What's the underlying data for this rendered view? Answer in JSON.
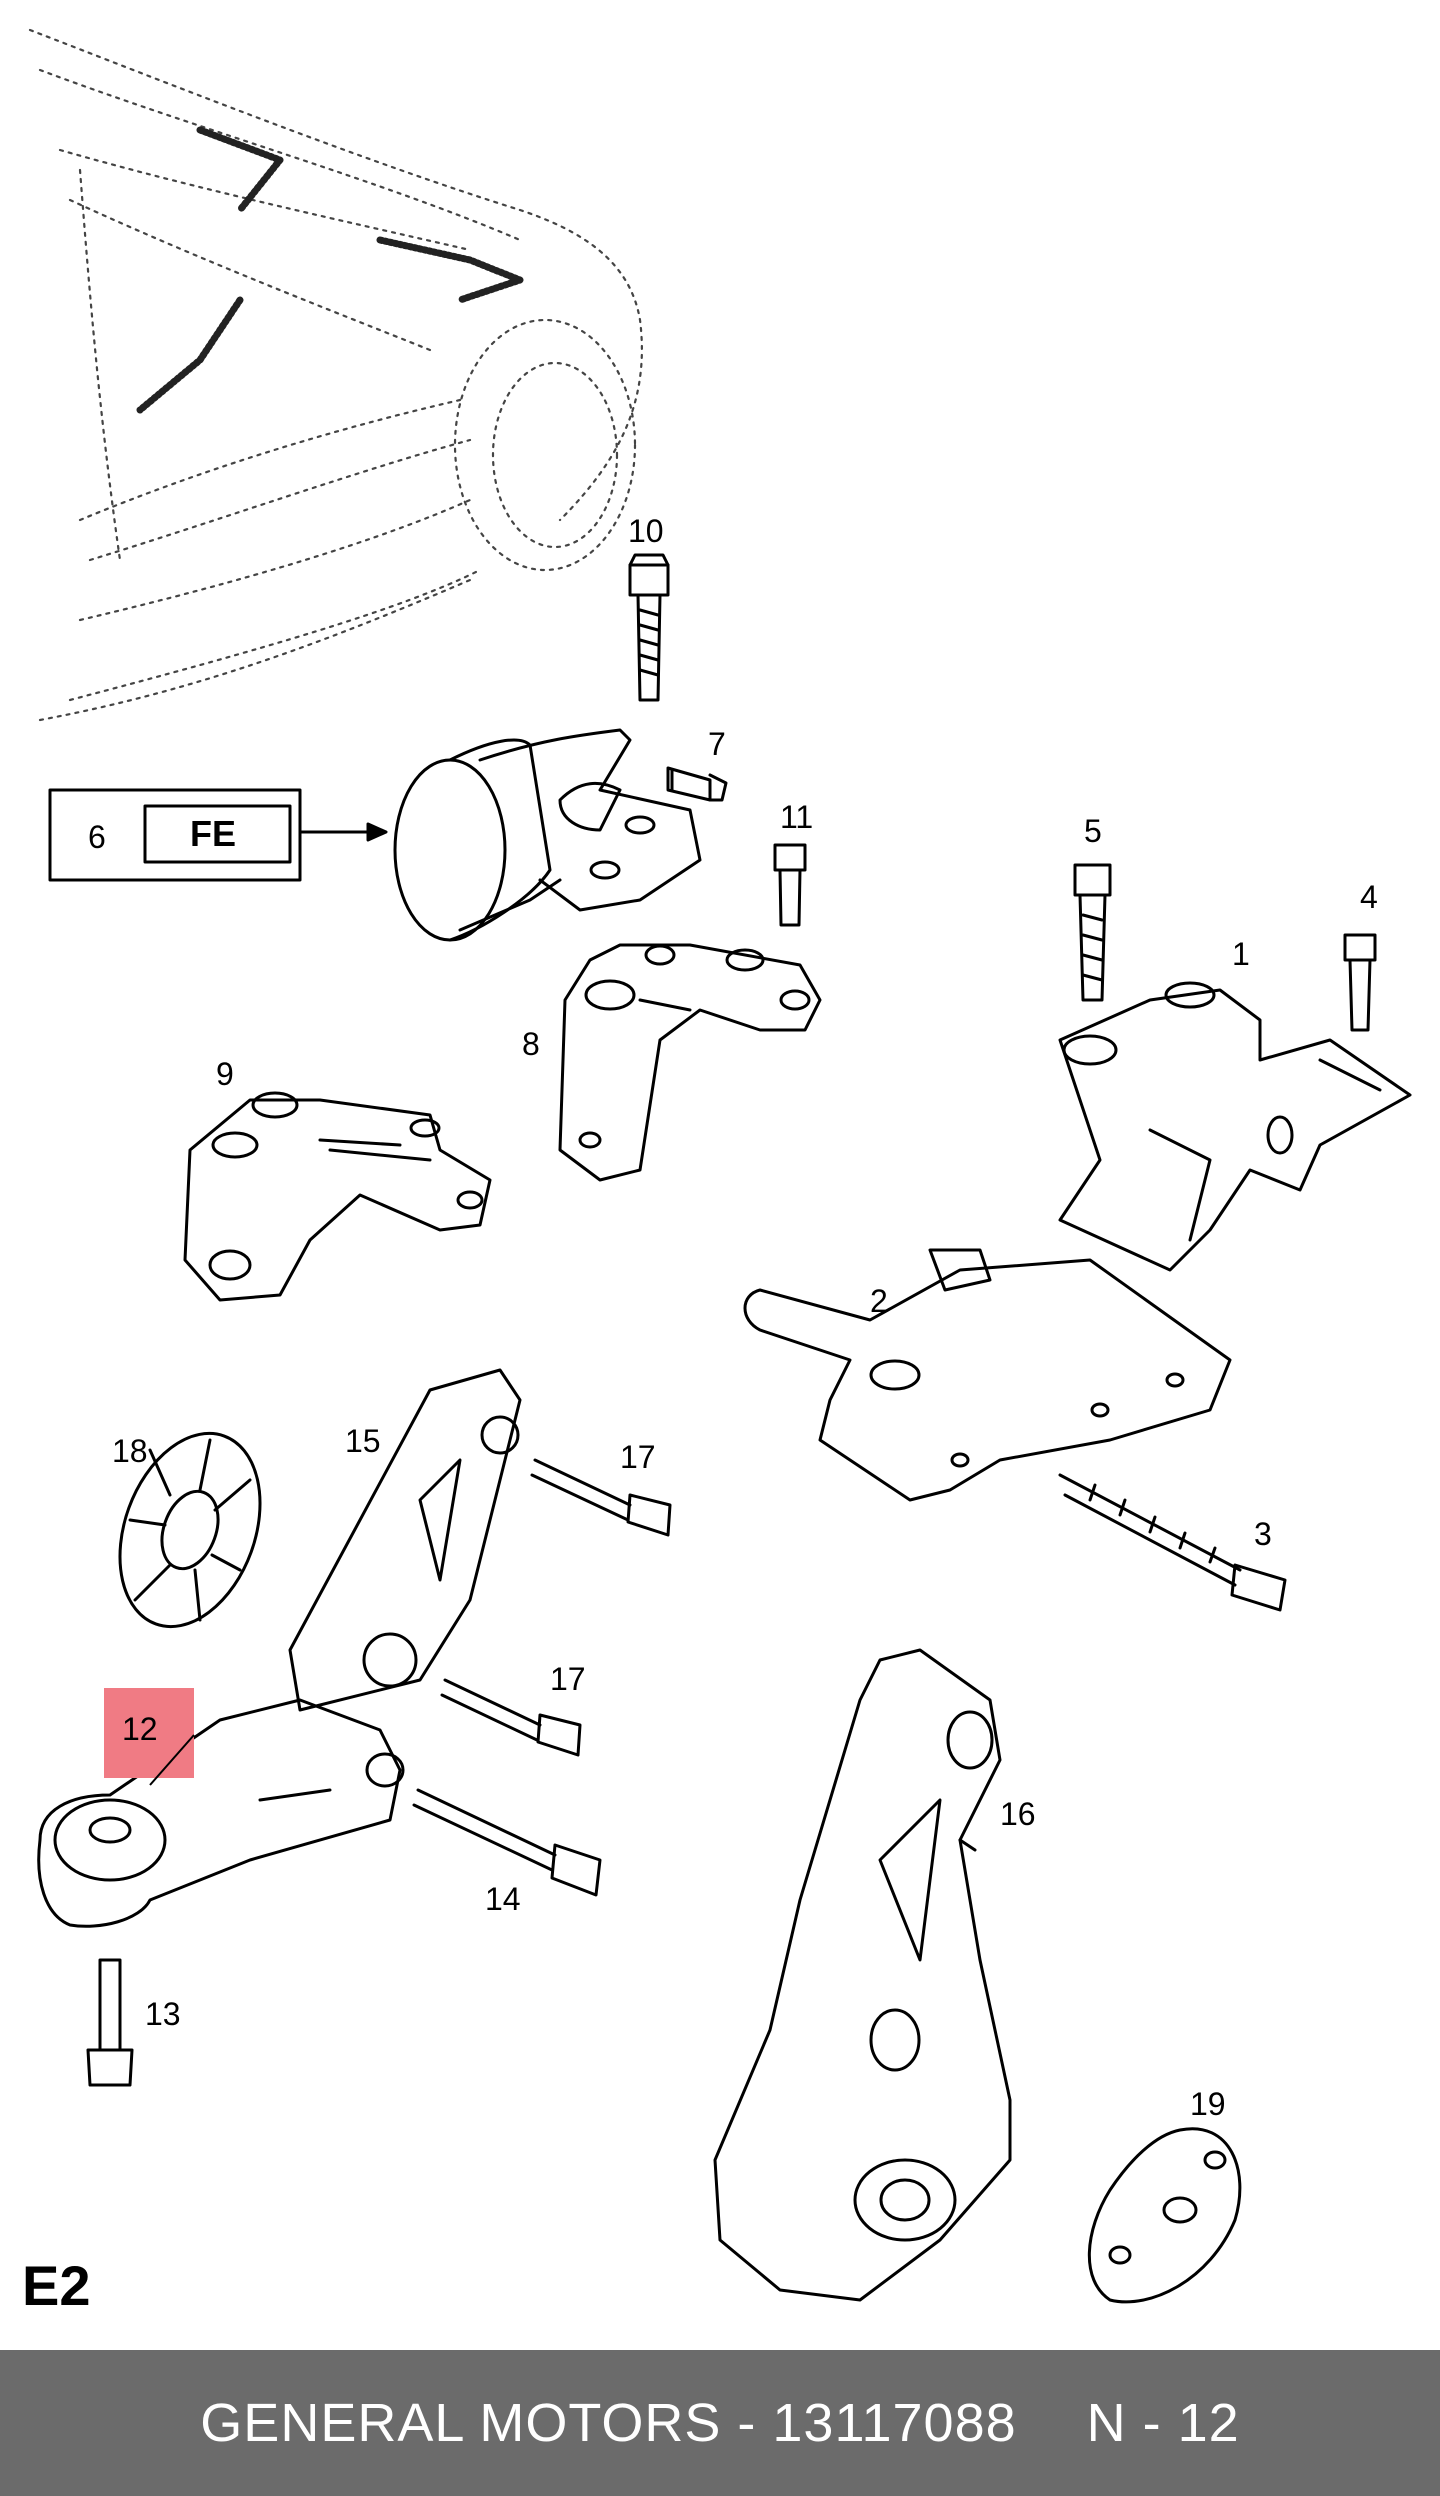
{
  "parts": [
    {
      "id": "1",
      "text": "1"
    },
    {
      "id": "2",
      "text": "2"
    },
    {
      "id": "3",
      "text": "3"
    },
    {
      "id": "4",
      "text": "4"
    },
    {
      "id": "5",
      "text": "5"
    },
    {
      "id": "6",
      "text": "6"
    },
    {
      "id": "7",
      "text": "7"
    },
    {
      "id": "8",
      "text": "8"
    },
    {
      "id": "9",
      "text": "9"
    },
    {
      "id": "10",
      "text": "10"
    },
    {
      "id": "11",
      "text": "11"
    },
    {
      "id": "12",
      "text": "12"
    },
    {
      "id": "13",
      "text": "13"
    },
    {
      "id": "14",
      "text": "14"
    },
    {
      "id": "15",
      "text": "15"
    },
    {
      "id": "16",
      "text": "16"
    },
    {
      "id": "17a",
      "text": "17"
    },
    {
      "id": "17b",
      "text": "17"
    },
    {
      "id": "18",
      "text": "18"
    },
    {
      "id": "19",
      "text": "19"
    }
  ],
  "callout": {
    "number": "6",
    "code": "FE"
  },
  "section_code": "E2",
  "highlight": {
    "part": "12",
    "color": "#f07b84"
  },
  "footer": {
    "text": "GENERAL MOTORS - 13117088",
    "page": "N - 12",
    "background": "#6b6b6b"
  }
}
